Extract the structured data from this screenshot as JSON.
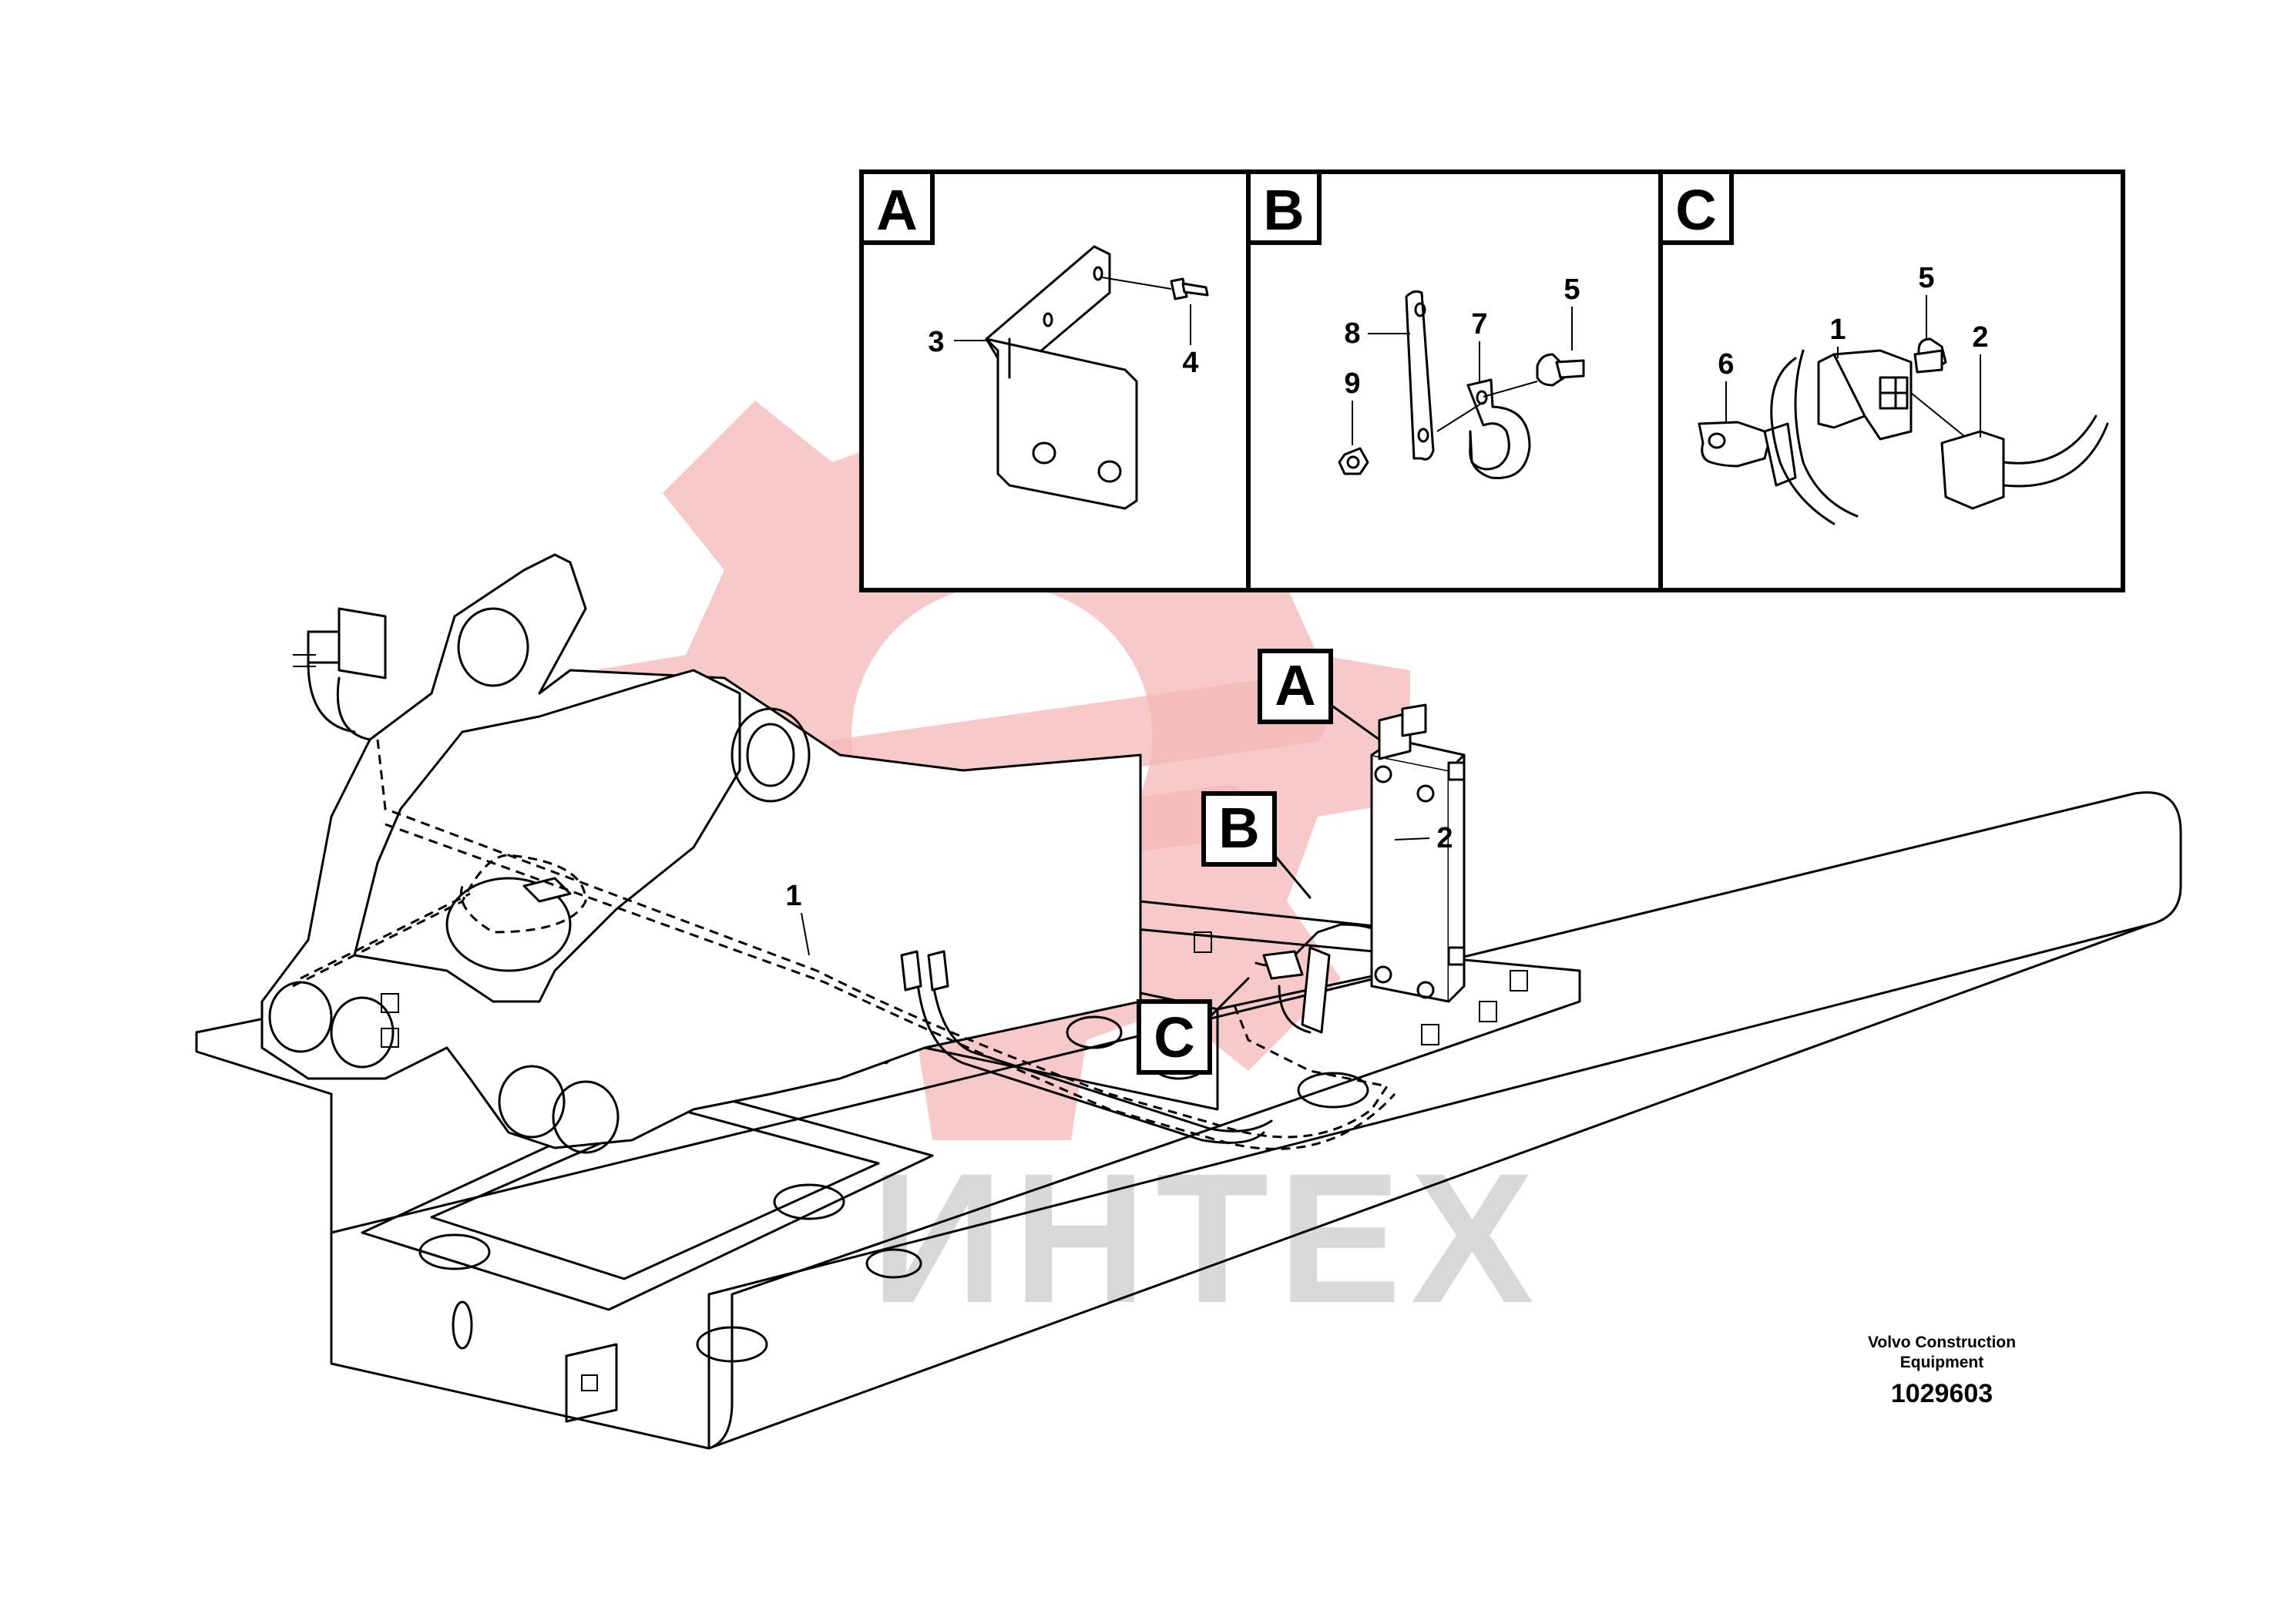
{
  "detail_panels": [
    {
      "letter": "A",
      "callouts": [
        "3",
        "4"
      ]
    },
    {
      "letter": "B",
      "callouts": [
        "8",
        "7",
        "5",
        "9"
      ]
    },
    {
      "letter": "C",
      "callouts": [
        "5",
        "6",
        "1",
        "2"
      ]
    }
  ],
  "main_callouts": {
    "harness": "1",
    "connector": "2",
    "ref_a": "A",
    "ref_b": "B",
    "ref_c": "C"
  },
  "watermark": {
    "text": "ИНТЕХ",
    "color": "#f4b7b7"
  },
  "caption": {
    "company_line1": "Volvo Construction",
    "company_line2": "Equipment",
    "figure_number": "1029603"
  }
}
